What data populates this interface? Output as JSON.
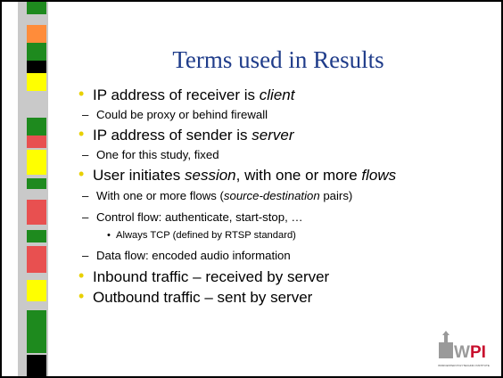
{
  "slide": {
    "title": "Terms used in Results",
    "bullets": [
      {
        "level": 1,
        "parts": [
          {
            "text": "IP address of receiver is "
          },
          {
            "text": "client",
            "em": true
          }
        ]
      },
      {
        "level": 2,
        "parts": [
          {
            "text": "Could be proxy or behind firewall"
          }
        ]
      },
      {
        "level": 1,
        "parts": [
          {
            "text": "IP address of sender is "
          },
          {
            "text": "server",
            "em": true
          }
        ]
      },
      {
        "level": 2,
        "parts": [
          {
            "text": "One for this study, fixed"
          }
        ]
      },
      {
        "level": 1,
        "parts": [
          {
            "text": "User initiates "
          },
          {
            "text": "session",
            "em": true
          },
          {
            "text": ", with one or more "
          },
          {
            "text": "flows",
            "em": true
          }
        ]
      },
      {
        "level": 2,
        "parts": [
          {
            "text": "With one or more flows ("
          },
          {
            "text": "source-destination",
            "em": true
          },
          {
            "text": " pairs)"
          }
        ]
      },
      {
        "level": 2,
        "parts": [
          {
            "text": "Control flow: authenticate, start-stop, …"
          }
        ]
      },
      {
        "level": 3,
        "parts": [
          {
            "text": "Always TCP (defined by RTSP standard)"
          }
        ]
      },
      {
        "level": 2,
        "parts": [
          {
            "text": "Data flow: encoded audio information"
          }
        ]
      },
      {
        "level": 1,
        "parts": [
          {
            "text": "Inbound traffic – received by server"
          }
        ]
      },
      {
        "level": 1,
        "parts": [
          {
            "text": "Outbound traffic – sent by server"
          }
        ]
      }
    ]
  },
  "bullet_glyphs": {
    "level1": "•",
    "level2": "–",
    "level3": "•"
  },
  "logo": {
    "text": "WPI",
    "caption": "WORCESTER POLYTECHNIC INSTITUTE"
  },
  "colors": {
    "title": "#1f3c8a",
    "bullet": "#e8d000",
    "strip": "#c9c9c9",
    "logo_red": "#c8102e",
    "logo_gray": "#9a9a9a",
    "stripes": [
      "#1e8a1e",
      "#ff8c3a",
      "#1e8a1e",
      "#000000",
      "#ffff00",
      "#1e8a1e",
      "#e85050",
      "#ffff00",
      "#1e8a1e",
      "#e85050",
      "#1e8a1e",
      "#e85050",
      "#ffff00",
      "#1e8a1e",
      "#000000"
    ]
  }
}
